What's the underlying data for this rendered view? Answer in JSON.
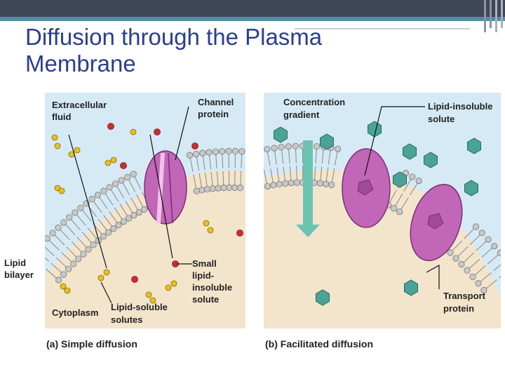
{
  "slide": {
    "title": "Diffusion through the Plasma Membrane"
  },
  "panel_a": {
    "extracellular_line1": "Extracellular",
    "extracellular_line2": "fluid",
    "channel_line1": "Channel",
    "channel_line2": "protein",
    "small_line1": "Small",
    "small_line2": "lipid-",
    "small_line3": "insoluble",
    "small_line4": "solute",
    "cytoplasm": "Cytoplasm",
    "lipidsol_line1": "Lipid-soluble",
    "lipidsol_line2": "solutes",
    "caption": "(a) Simple diffusion"
  },
  "panel_b": {
    "gradient_line1": "Concentration",
    "gradient_line2": "gradient",
    "insoluble_line1": "Lipid-insoluble",
    "insoluble_line2": "solute",
    "transport_line1": "Transport",
    "transport_line2": "protein",
    "caption": "(b) Facilitated diffusion"
  },
  "side_label": {
    "line1": "Lipid",
    "line2": "bilayer"
  },
  "colors": {
    "extracellular": "#d6eaf6",
    "cytoplasm": "#f3e4cc",
    "protein": "#c266b8",
    "solute_hex": "#4aa394",
    "small_solute": "#cc2e2e",
    "lipid_solute": "#e8c020",
    "gradient_arrow": "#6bc4b0"
  }
}
